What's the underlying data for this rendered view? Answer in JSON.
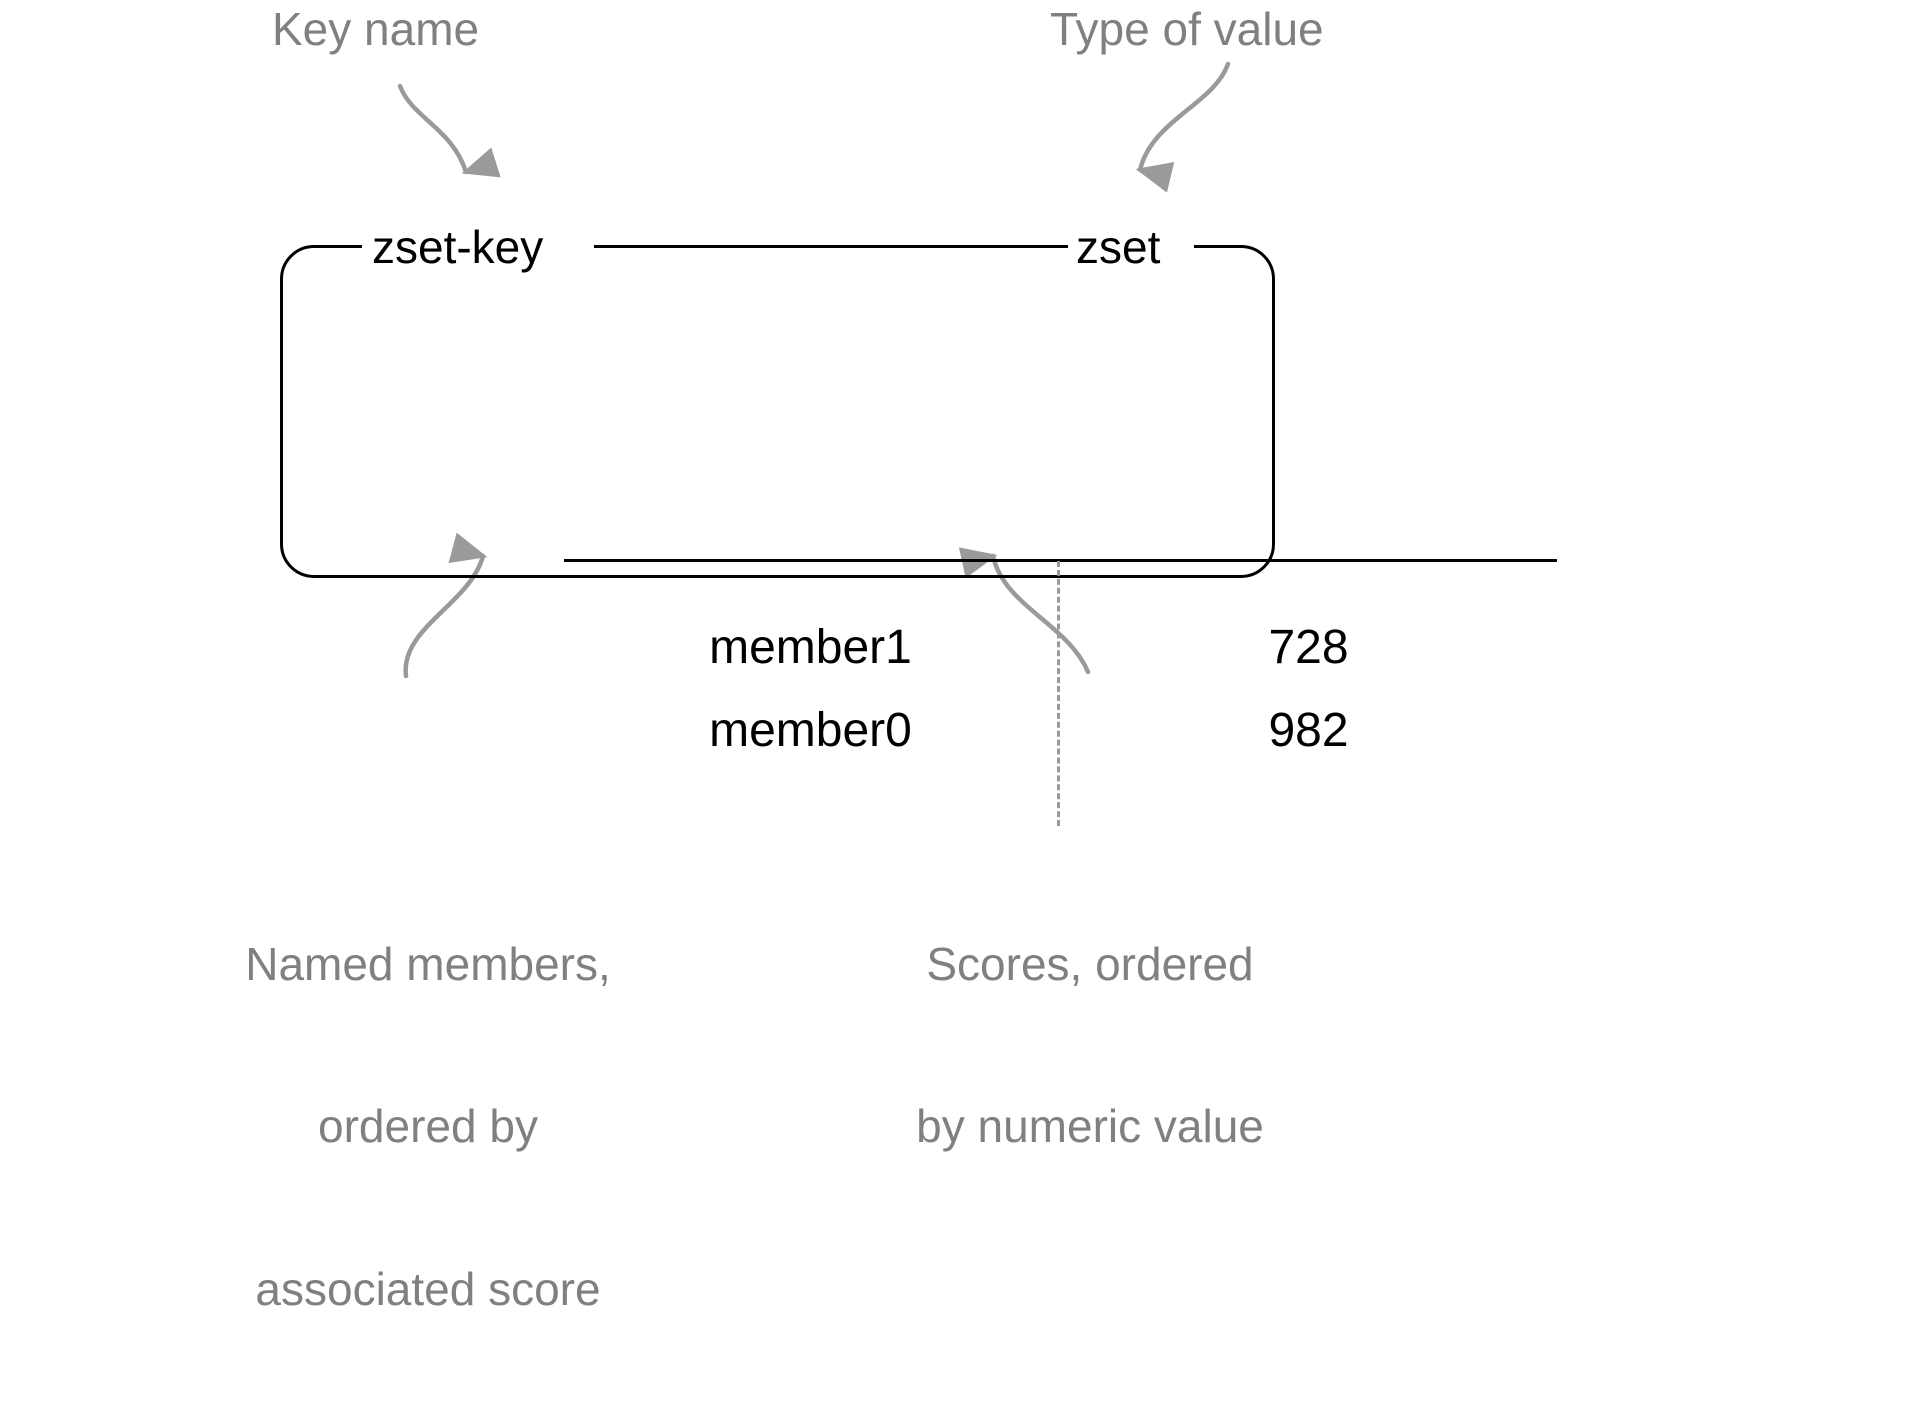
{
  "diagram": {
    "title_annotations": {
      "key_name": "Key name",
      "type_of_value": "Type of value",
      "members_note_line1": "Named members,",
      "members_note_line2": "ordered by",
      "members_note_line3": "associated score",
      "scores_note_line1": "Scores, ordered",
      "scores_note_line2": "by numeric value"
    },
    "box": {
      "key_label": "zset-key",
      "type_label": "zset",
      "entries": [
        {
          "member": "member1",
          "score": "728"
        },
        {
          "member": "member0",
          "score": "982"
        }
      ]
    },
    "colors": {
      "annotation_gray": "#808080",
      "box_black": "#000000",
      "divider_gray": "#9a9a9a",
      "background": "#ffffff"
    }
  }
}
